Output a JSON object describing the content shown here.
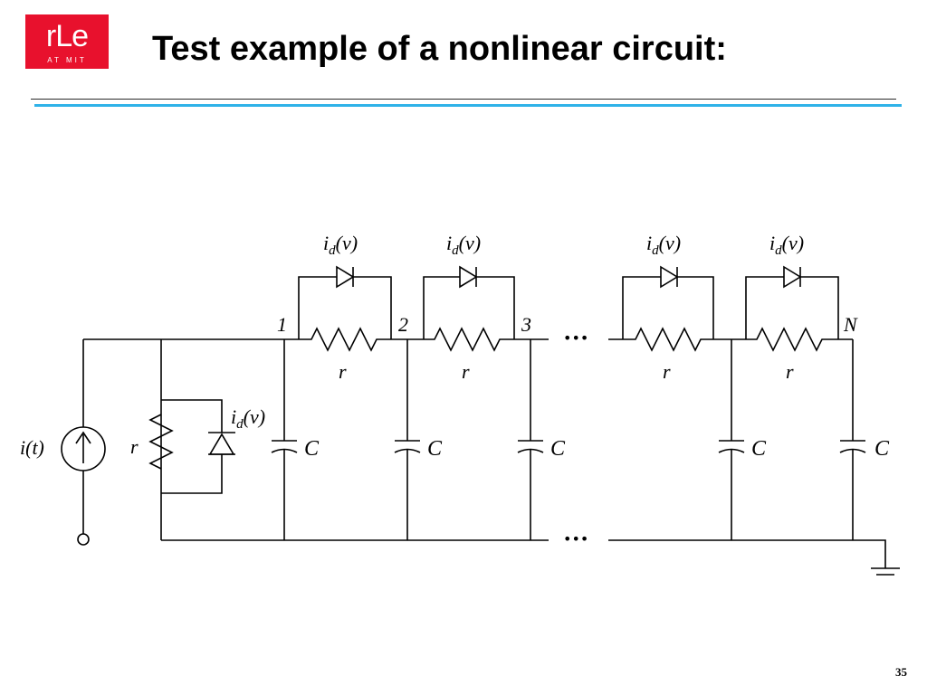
{
  "logo": {
    "mark": "rLe",
    "subtitle": "AT MIT"
  },
  "title": "Test example of a nonlinear circuit:",
  "page_number": "35",
  "diagram": {
    "source_label": "i(t)",
    "diode_current_label": "i",
    "diode_current_subscript": "d",
    "diode_current_arg": "(v)",
    "resistor_label": "r",
    "capacitor_label": "C",
    "node_labels": [
      "1",
      "2",
      "3",
      "N"
    ],
    "ellipsis": "•••"
  },
  "colors": {
    "logo_red": "#e8112d",
    "rule_blue": "#2fb2e8"
  }
}
